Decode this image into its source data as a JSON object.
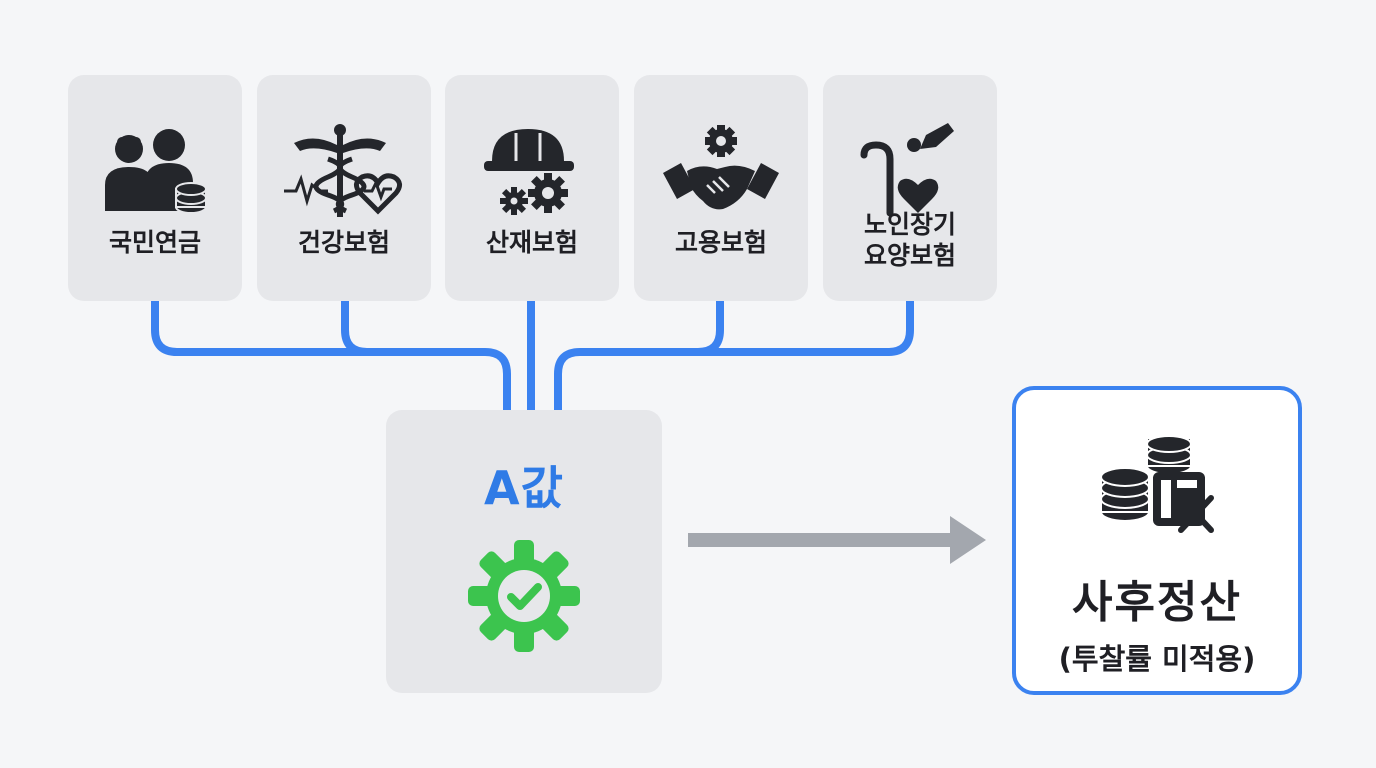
{
  "insurances": [
    {
      "label": "국민연금",
      "icon": "elderly-couple-coins-icon"
    },
    {
      "label": "건강보험",
      "icon": "caduceus-heartbeat-icon"
    },
    {
      "label": "산재보험",
      "icon": "hard-hat-gears-icon"
    },
    {
      "label": "고용보험",
      "icon": "handshake-gear-icon"
    },
    {
      "label": "노인장기\n요양보험",
      "icon": "cane-hand-heart-icon"
    }
  ],
  "center": {
    "title": "A값",
    "icon": "gear-check-icon"
  },
  "result": {
    "title": "사후정산",
    "subtitle": "(투찰률 미적용)",
    "icon": "coins-calculator-icon"
  },
  "colors": {
    "connector": "#3b82f0",
    "title_blue": "#2f7be6",
    "check_green": "#3cc44e",
    "arrow_gray": "#a3a7ae",
    "card_bg": "#e6e7ea",
    "icon_dark": "#24262b"
  }
}
